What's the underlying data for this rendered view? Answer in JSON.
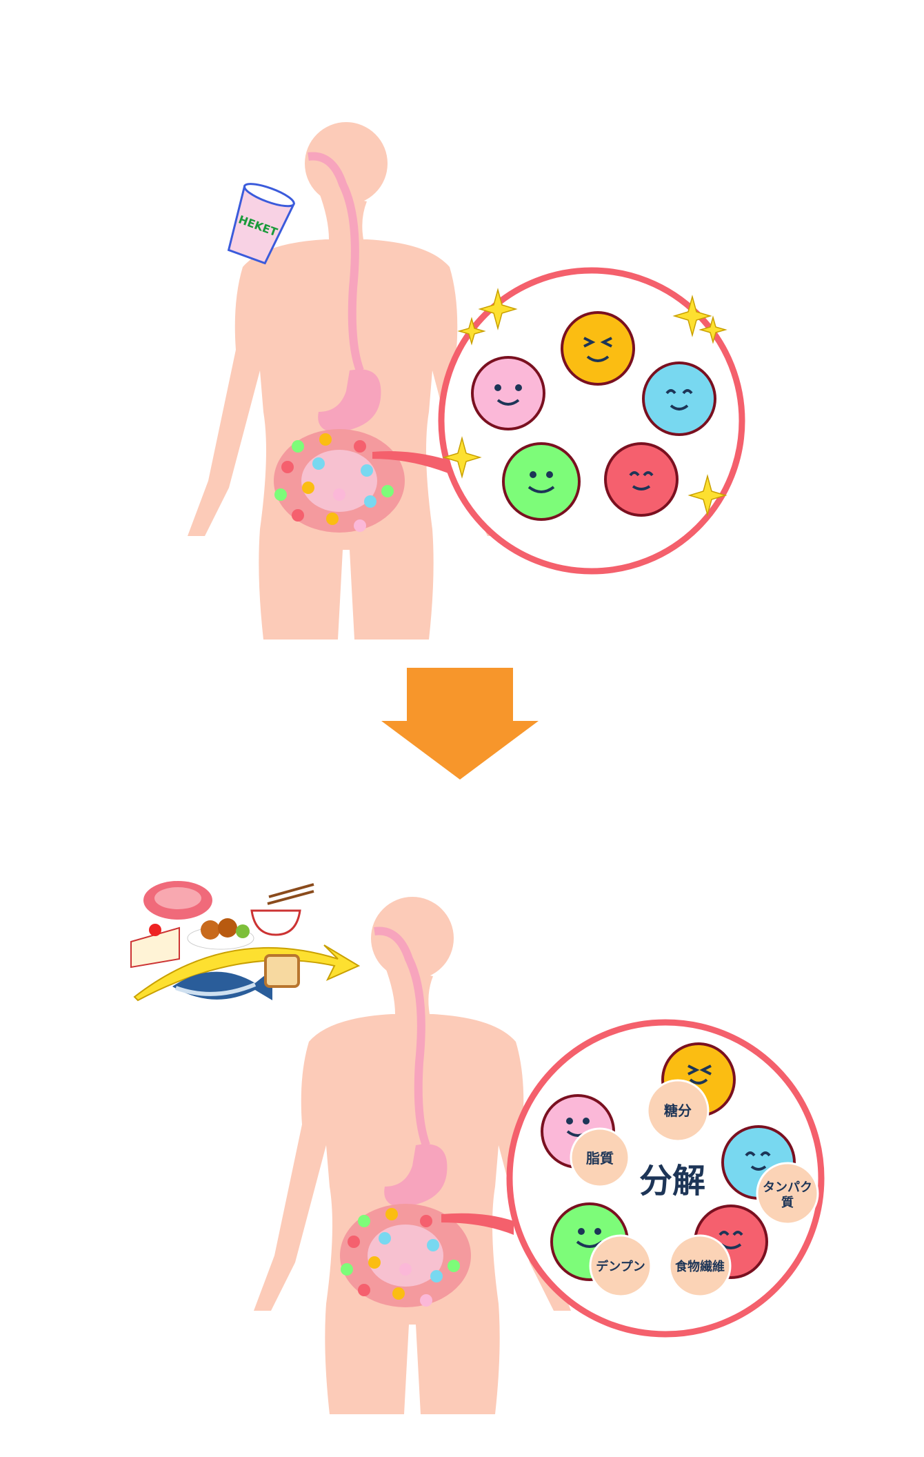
{
  "cup_label": "HEKET",
  "center_label": "分解",
  "nutrients": {
    "fat": "脂質",
    "sugar": "糖分",
    "protein_line1": "タンパク",
    "protein_line2": "質",
    "starch": "デンプン",
    "fiber": "食物繊維"
  },
  "colors": {
    "body": "#fccbb8",
    "bubble_border": "#f4606c",
    "arrow": "#f7962b",
    "pink": "#fbb8d8",
    "yellow": "#fbbd12",
    "blue": "#78d8f0",
    "green": "#7dfc79",
    "red": "#f5606e",
    "label_bg": "#fbd3b6"
  }
}
